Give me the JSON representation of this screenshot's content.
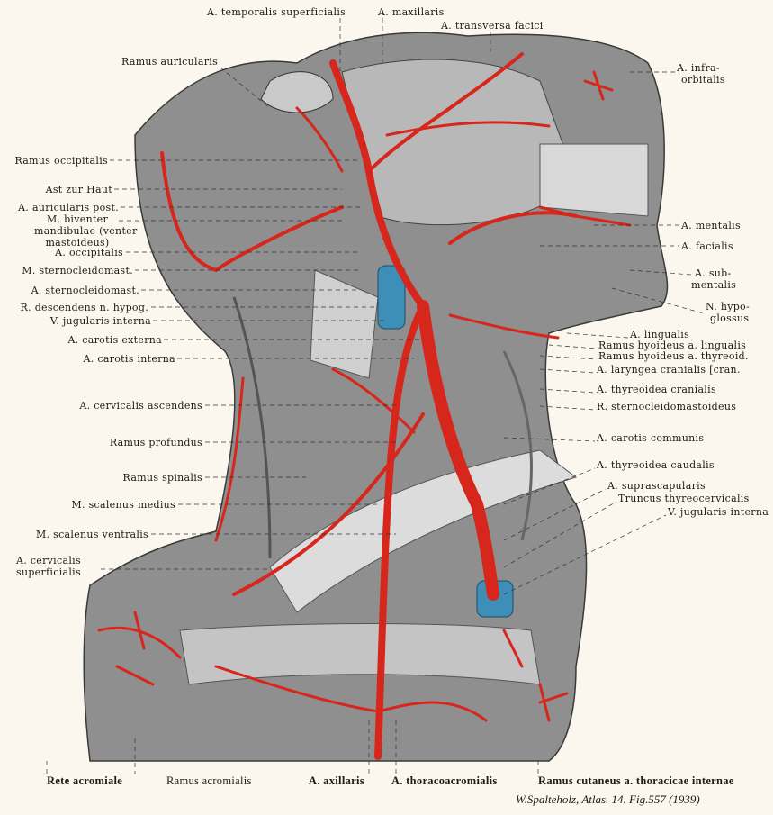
{
  "top_labels": {
    "temporalis": "A. temporalis superficialis",
    "maxillaris": "A. maxillaris",
    "transversa": "A. transversa facici"
  },
  "left_labels": {
    "auricularis": "Ramus auricularis",
    "occipitalis_ramus": "Ramus occipitalis",
    "ast": "Ast zur Haut",
    "auricularis_post": "A. auricularis post.",
    "biventer_1": "M. biventer",
    "biventer_2": "mandibulae (venter",
    "biventer_3": "mastoideus)",
    "occipitalis": "A. occipitalis",
    "m_scm": "M. sternocleidomast.",
    "a_scm": "A. sternocleidomast.",
    "descendens": "R. descendens n. hypog.",
    "v_jug": "V. jugularis interna",
    "car_ext": "A. carotis externa",
    "car_int": "A. carotis interna",
    "cerv_asc": "A. cervicalis ascendens",
    "profundus": "Ramus profundus",
    "spinalis": "Ramus spinalis",
    "scal_med": "M. scalenus medius",
    "scal_vent": "M. scalenus ventralis",
    "cerv_sup_1": "A. cervicalis",
    "cerv_sup_2": "superficialis"
  },
  "right_labels": {
    "infra_1": "A. infra-",
    "infra_2": "orbitalis",
    "mentalis": "A. mentalis",
    "facialis": "A. facialis",
    "submentalis_1": "A. sub-",
    "submentalis_2": "mentalis",
    "hypoglossus_1": "N. hypo-",
    "hypoglossus_2": "glossus",
    "lingualis": "A. lingualis",
    "hyoid_ling": "Ramus hyoideus a. lingualis",
    "hyoid_thyr": "Ramus hyoideus a. thyreoid.",
    "laryngea": "A. laryngea cranialis [cran.",
    "thyr_cran": "A. thyreoidea cranialis",
    "r_scm": "R. sternocleidomastoideus",
    "car_comm": "A. carotis communis",
    "thyr_caud": "A. thyreoidea caudalis",
    "suprascap": "A. suprascapularis",
    "truncus": "Truncus thyreocervicalis",
    "v_jug": "V. jugularis interna"
  },
  "bottom_labels": {
    "rete": "Rete acromiale",
    "ramus_acr": "Ramus acromialis",
    "axillaris": "A. axillaris",
    "thoraco": "A. thoracoacromialis",
    "cutaneus": "Ramus cutaneus a. thoracicae internae"
  },
  "citation": "W.Spalteholz, Atlas. 14. Fig.557 (1939)",
  "colors": {
    "artery": "#d7261b",
    "vein": "#3d8fb8",
    "tissue": "#8f8f8f",
    "paper": "#fbf7ee"
  }
}
